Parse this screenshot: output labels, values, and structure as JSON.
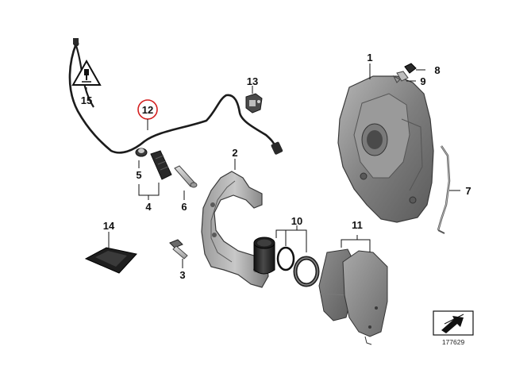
{
  "callouts": {
    "c1": "1",
    "c2": "2",
    "c3": "3",
    "c4": "4",
    "c5": "5",
    "c6": "6",
    "c7": "7",
    "c8": "8",
    "c9": "9",
    "c10": "10",
    "c11": "11",
    "c12": "12",
    "c13": "13",
    "c14": "14",
    "c15": "15"
  },
  "highlighted_callout": "12",
  "diagram_id": "177629",
  "colors": {
    "highlight_ring": "#d42020",
    "part_dark": "#2c2c2c",
    "part_mid": "#8a8a8a",
    "part_light": "#c4c4c4",
    "outline": "#1a1a1a"
  },
  "icons": {
    "warning": "electrical-warning-triangle-icon",
    "nav": "arrow-nav-icon"
  }
}
